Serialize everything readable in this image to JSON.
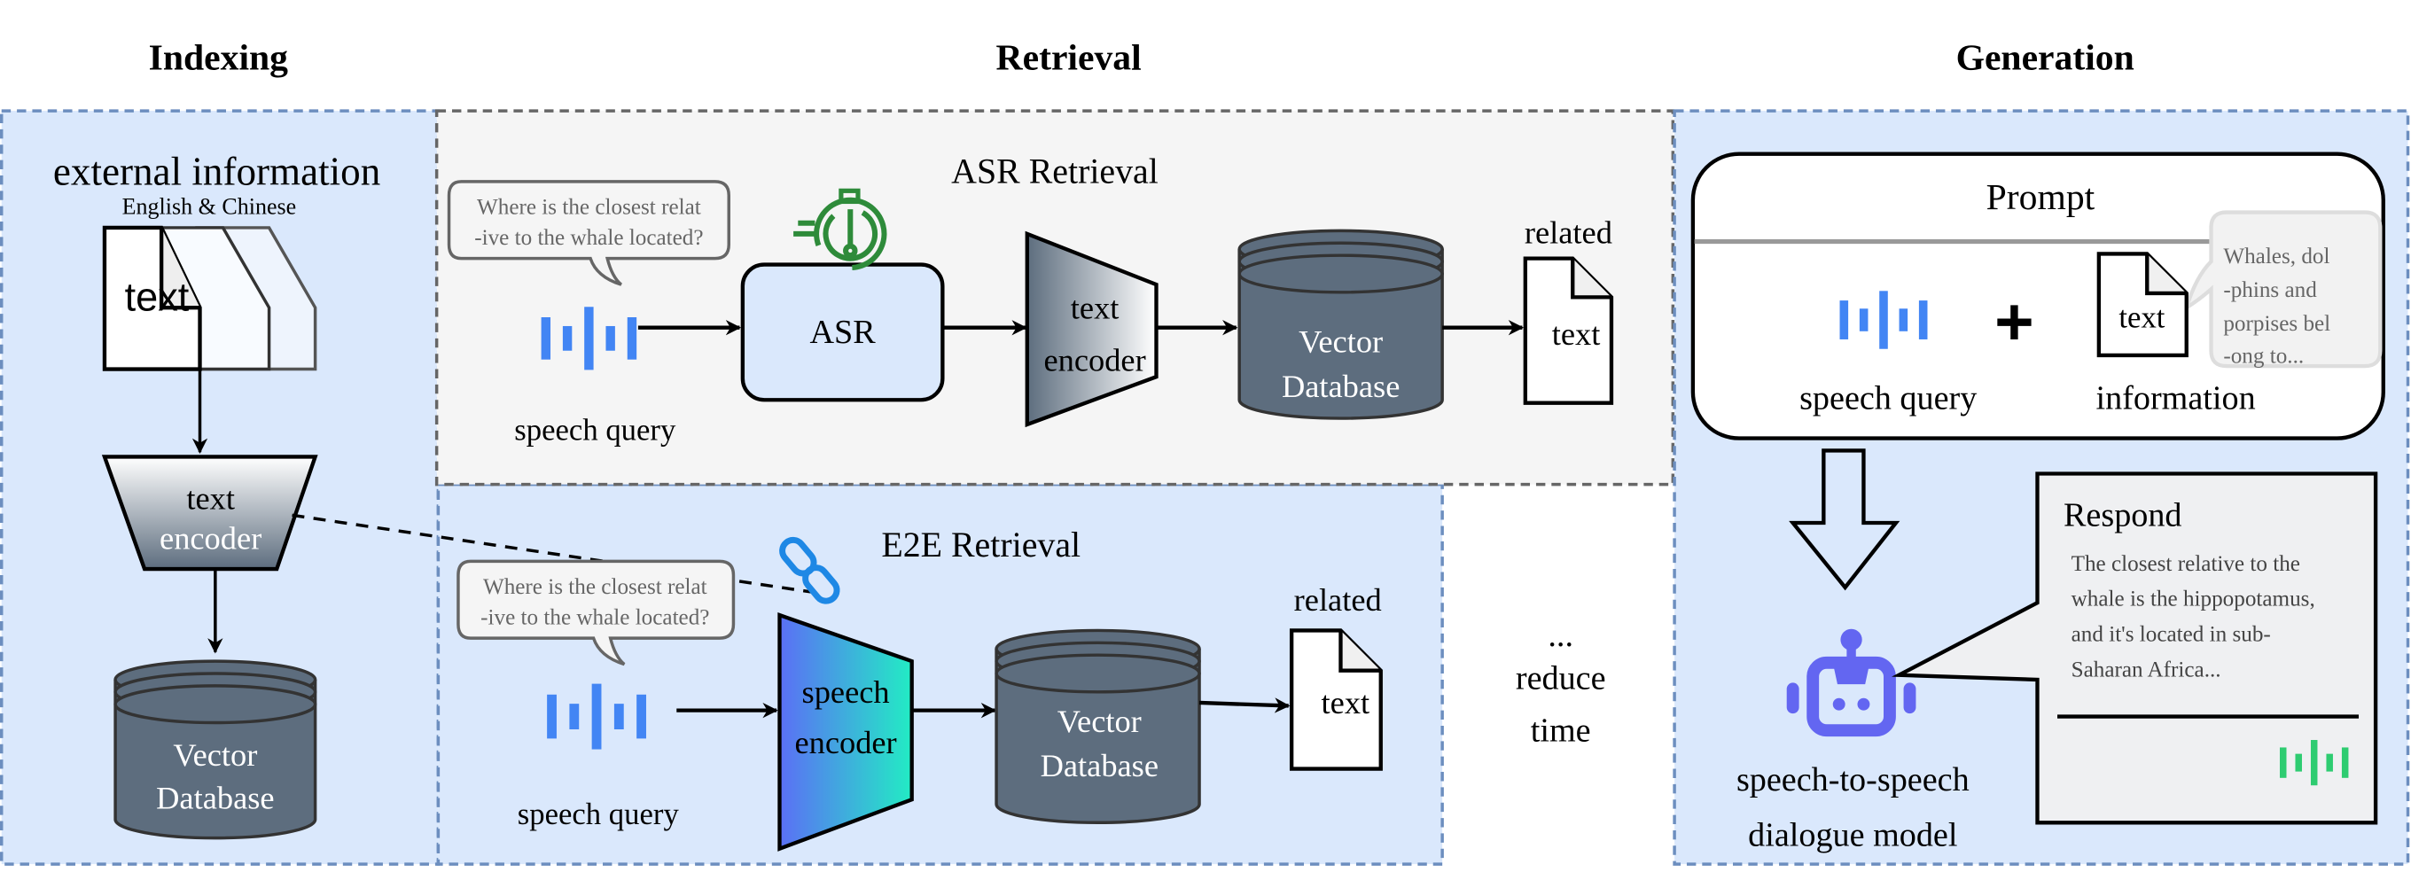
{
  "headers": {
    "indexing": "Indexing",
    "retrieval": "Retrieval",
    "generation": "Generation"
  },
  "indexing": {
    "title": "external information",
    "subtitle": "English & Chinese",
    "doc_label": "text",
    "encoder": [
      "text",
      "encoder"
    ],
    "database": [
      "Vector",
      "Database"
    ]
  },
  "asr_retrieval": {
    "title": "ASR Retrieval",
    "question": [
      "Where is the closest relat",
      "-ive to the whale located?"
    ],
    "speech_label": "speech query",
    "asr_label": "ASR",
    "encoder": [
      "text",
      "encoder"
    ],
    "database": [
      "Vector",
      "Database"
    ],
    "related_label": "related",
    "doc_label": "text"
  },
  "e2e_retrieval": {
    "title": "E2E Retrieval",
    "question": [
      "Where is the closest relat",
      "-ive to the whale located?"
    ],
    "speech_label": "speech query",
    "encoder": [
      "speech",
      "encoder"
    ],
    "database": [
      "Vector",
      "Database"
    ],
    "related_label": "related",
    "doc_label": "text"
  },
  "reduce_note": [
    "...",
    "reduce",
    "time"
  ],
  "generation": {
    "prompt_title": "Prompt",
    "speech_label": "speech query",
    "plus": "+",
    "doc_label": "text",
    "information_label": "information",
    "info_bubble": [
      "Whales, dol",
      "-phins and",
      "porpises bel",
      "-ong to..."
    ],
    "model_label": [
      "speech-to-speech",
      "dialogue model"
    ],
    "respond_title": "Respond",
    "respond_text": [
      "The closest relative to the",
      "whale is the hippopotamus,",
      "and it's located in sub-",
      "Saharan Africa..."
    ]
  },
  "colors": {
    "panel_blue": "#dae8fc",
    "panel_blue_border": "#6c8ebf",
    "panel_gray": "#f5f5f5",
    "db_fill": "#5d6d7e",
    "wave_blue": "#4285f4",
    "wave_green": "#2ecc71",
    "timer_green": "#2e8b3a",
    "robot_purple": "#6366f1",
    "link_blue": "#1e88e5"
  },
  "icons": [
    "document-icon",
    "stopwatch-icon",
    "link-icon",
    "waveform-icon",
    "robot-icon",
    "database-icon"
  ]
}
